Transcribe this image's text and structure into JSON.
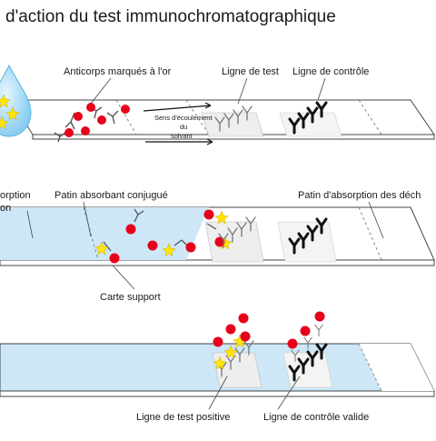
{
  "title": "d'action du test immunochromatographique",
  "panel1": {
    "gold_antibodies": "Anticorps marqués à l'or",
    "test_line": "Ligne de test",
    "control_line": "Ligne de contrôle",
    "flow": [
      "Sens d'écoulement",
      "du",
      "solvant"
    ]
  },
  "panel2": {
    "sample_pad": [
      "orption",
      "on"
    ],
    "conjugate_pad": "Patin absorbant conjugué",
    "waste_pad": "Patin d'absorption des déch",
    "backing_card": "Carte support"
  },
  "panel3": {
    "positive_test_line": "Ligne de test positive",
    "valid_control_line": "Ligne de contrôle valide"
  },
  "colors": {
    "gold": "#e8001a",
    "antigen": "#ffe600",
    "pad": "#cde7f7",
    "drop": "#8cd1f0",
    "antibody": "#111111"
  }
}
